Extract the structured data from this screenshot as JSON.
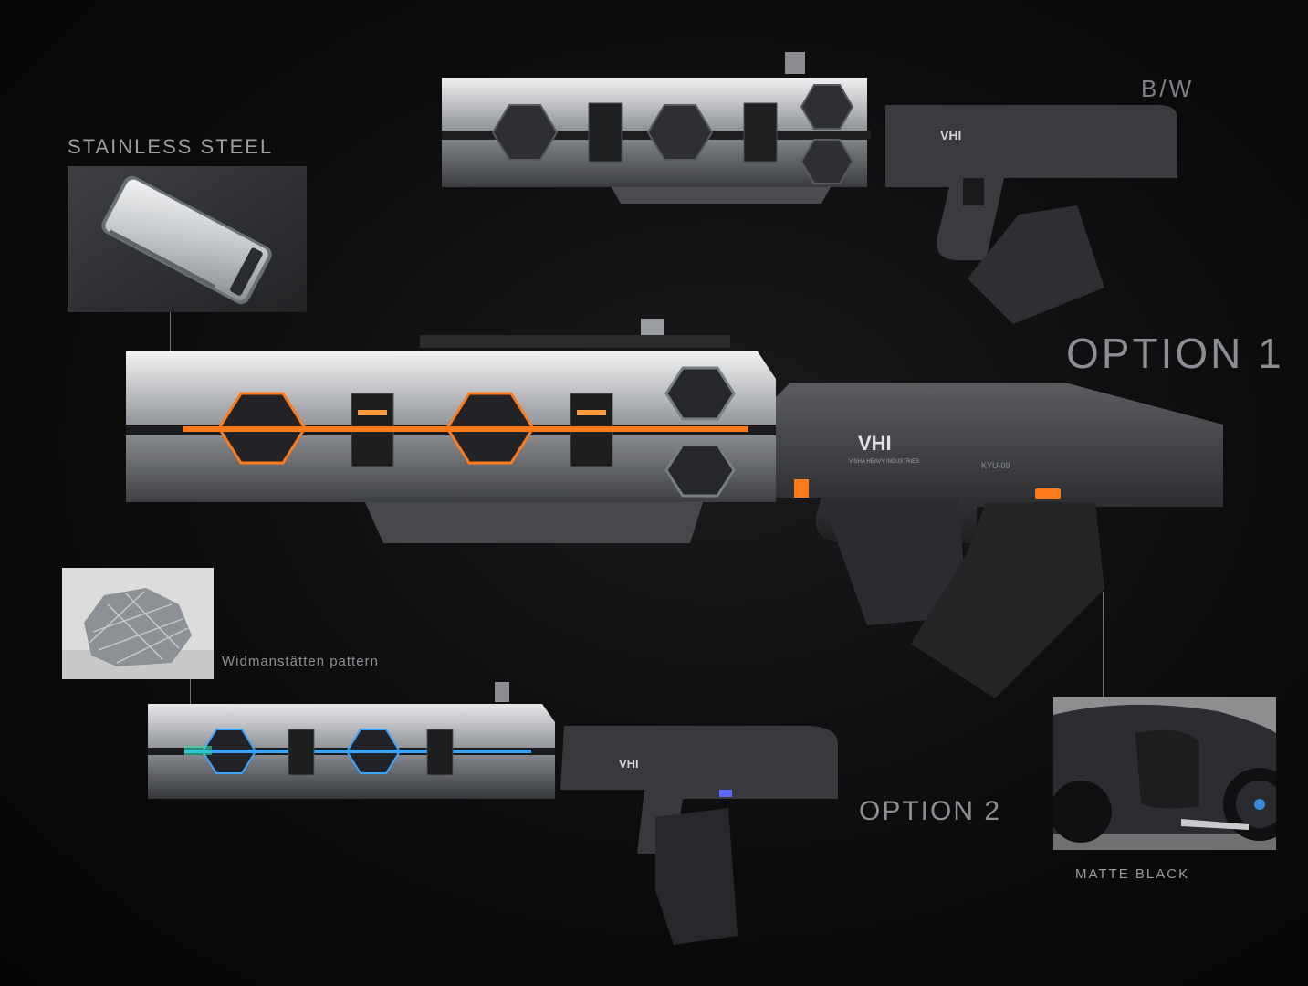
{
  "labels": {
    "stainless_steel": "STAINLESS STEEL",
    "bw": "B/W",
    "option1": "OPTION 1",
    "option2": "OPTION 2",
    "widmanstatten": "Widmanstätten pattern",
    "matte_black": "MATTE BLACK"
  },
  "weapon_marks": {
    "logo": "VHI",
    "model": "KYU-09",
    "maker": "VISHA HEAVY INDUSTRIES"
  },
  "colors": {
    "background": "#0c0c0d",
    "steel": "#b9bcc0",
    "matte": "#3a3b3e",
    "glow_orange": "#ff7a1a",
    "glow_blue": "#38a4ff",
    "glow_teal": "#2fe0b0"
  }
}
